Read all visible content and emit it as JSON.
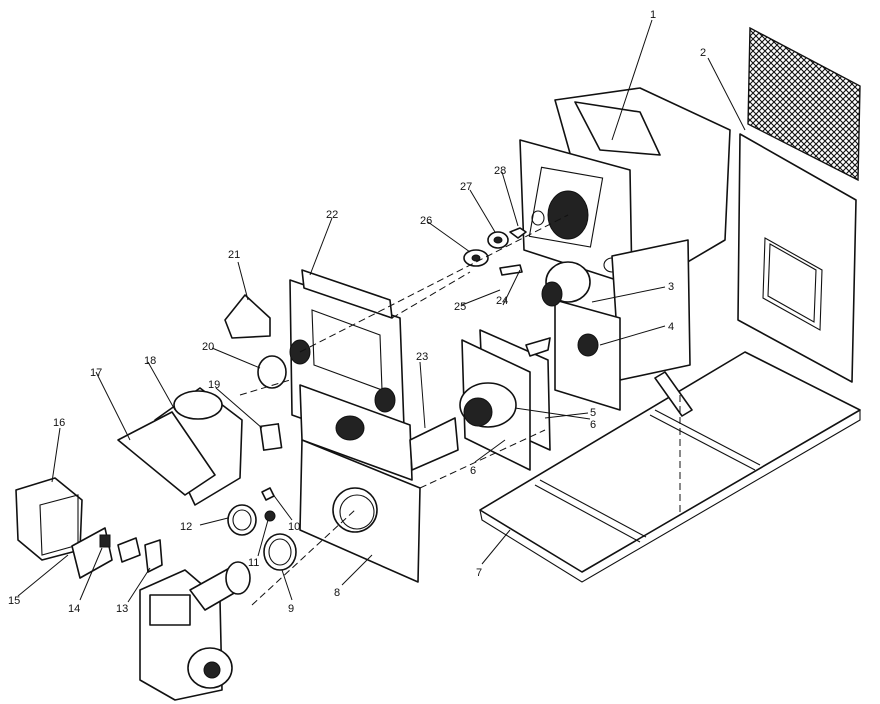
{
  "callouts": {
    "c1": "1",
    "c2": "2",
    "c3": "3",
    "c4": "4",
    "c5": "5",
    "c6a": "6",
    "c6b": "6",
    "c7": "7",
    "c8": "8",
    "c9": "9",
    "c10": "10",
    "c11": "11",
    "c12": "12",
    "c13": "13",
    "c14": "14",
    "c15": "15",
    "c16": "16",
    "c17": "17",
    "c18": "18",
    "c19": "19",
    "c20": "20",
    "c21": "21",
    "c22": "22",
    "c23": "23",
    "c24": "24",
    "c25": "25",
    "c26": "26",
    "c27": "27",
    "c28": "28"
  },
  "style": {
    "line_color": "#111111",
    "background": "#ffffff"
  }
}
